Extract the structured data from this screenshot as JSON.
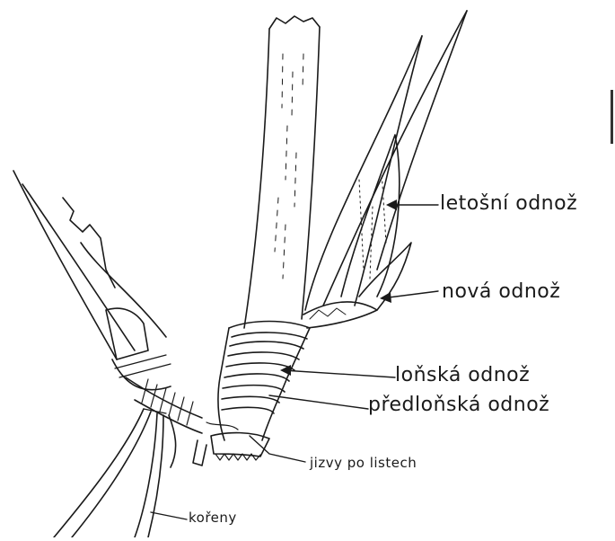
{
  "labels": {
    "letosni": "letošní odnož",
    "nova": "nová odnož",
    "lonska": "loňská odnož",
    "predlonska": "předloňská odnož",
    "jizvy": "jizvy po listech",
    "koreny": "kořeny"
  },
  "colors": {
    "ink": "#1a1a1a",
    "paper": "#ffffff"
  }
}
